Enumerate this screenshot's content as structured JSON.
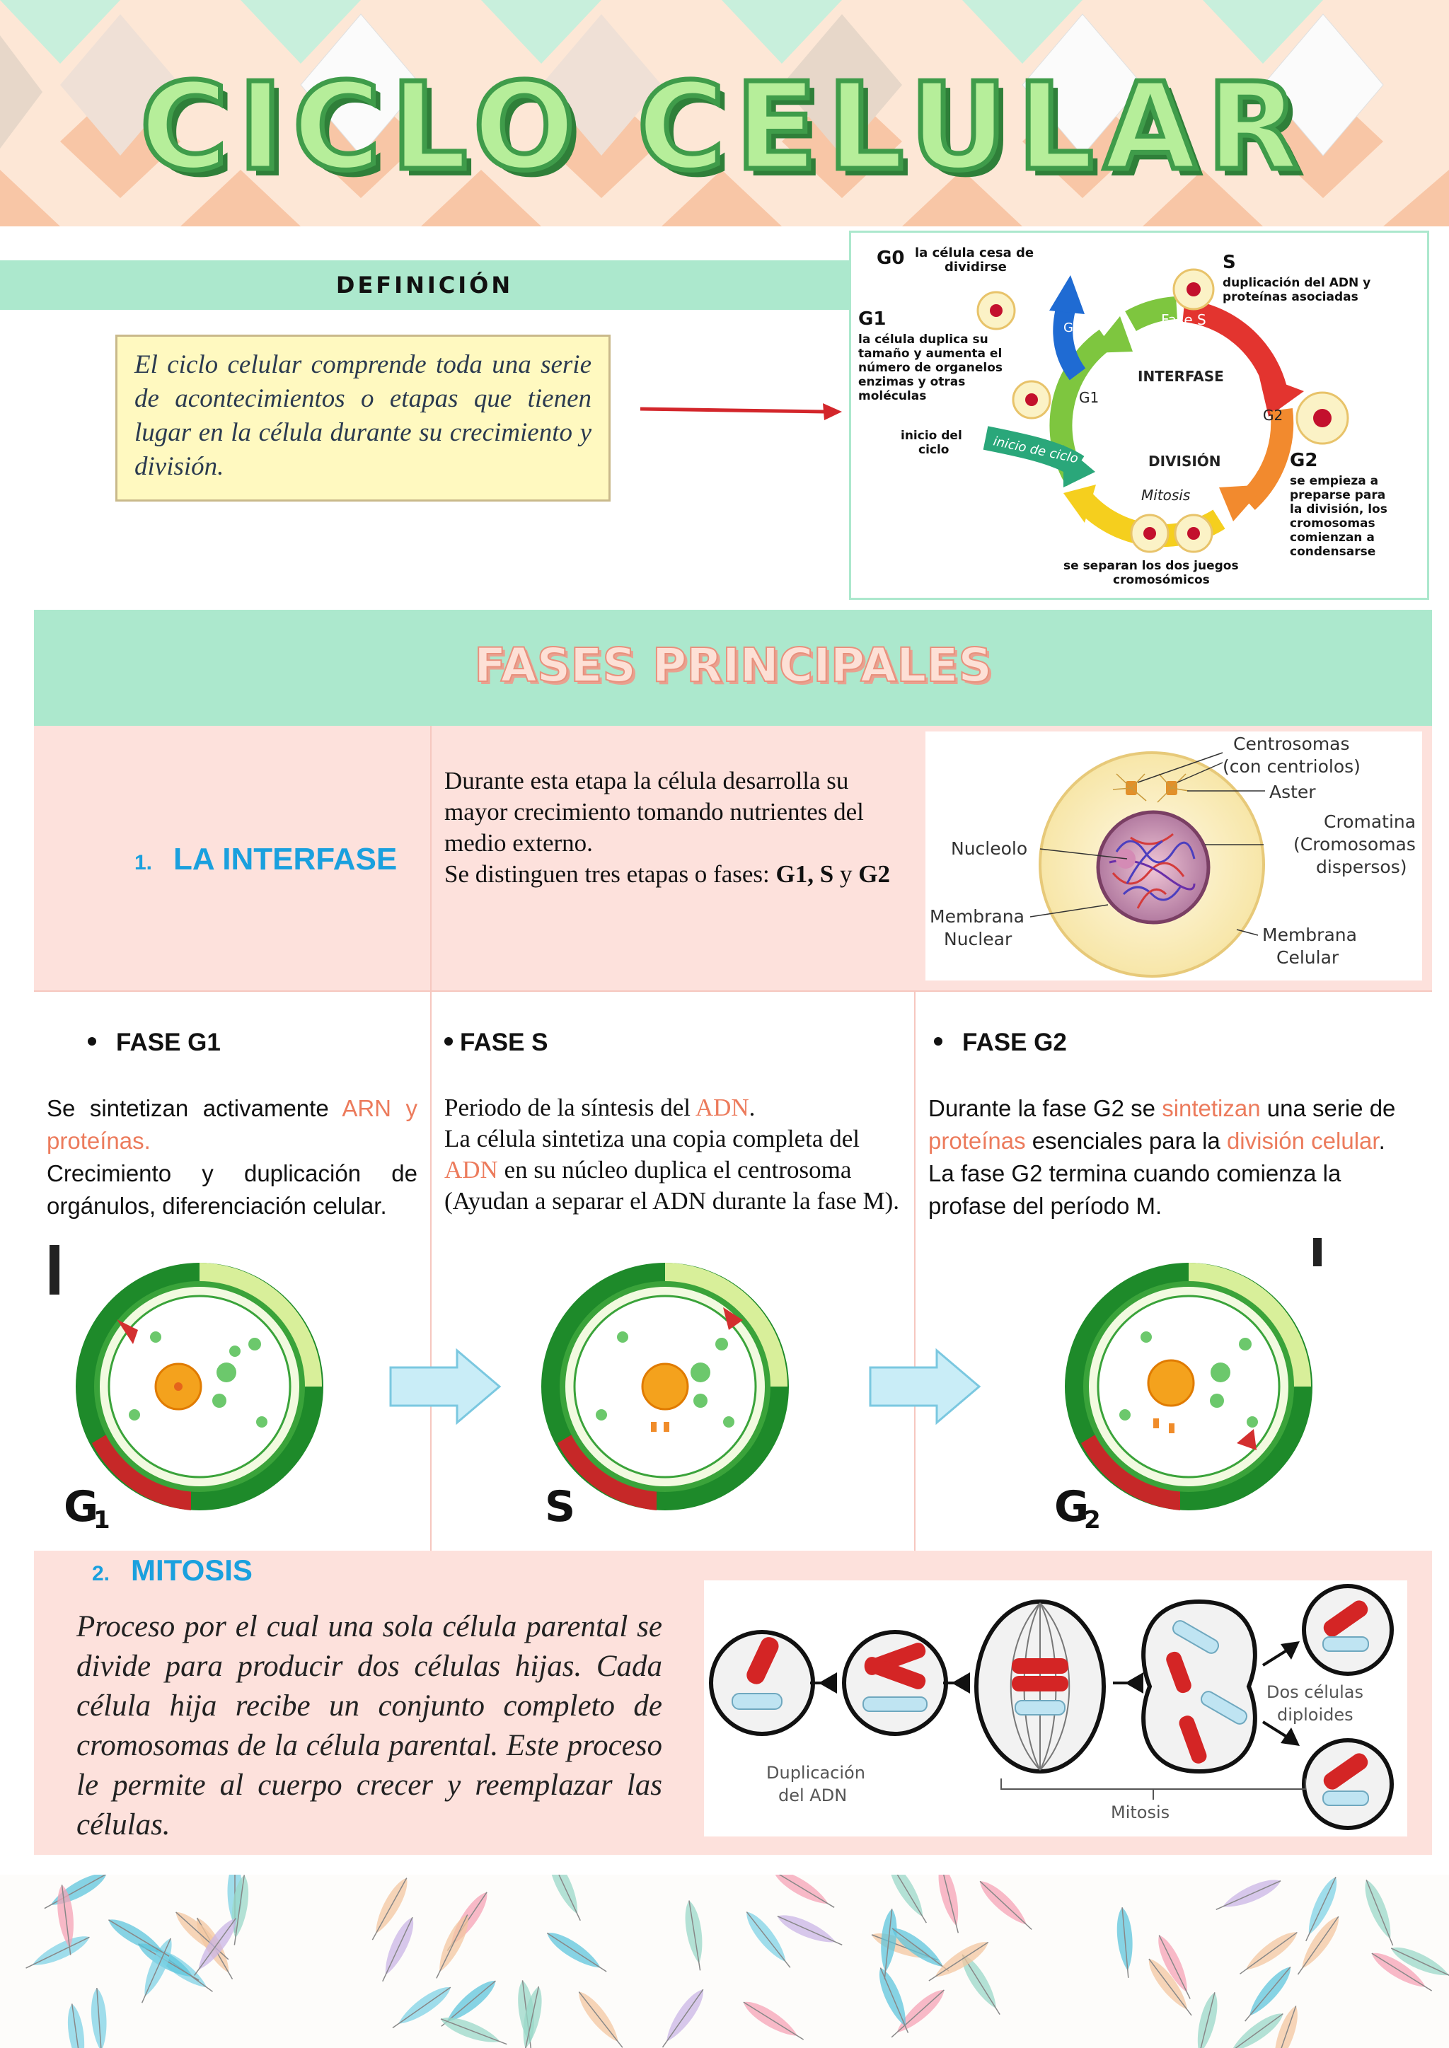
{
  "header": {
    "title": "CICLO  CELULAR"
  },
  "definition": {
    "heading": "DEFINICIÓN",
    "text": "El ciclo celular comprende toda una serie de acontecimientos o etapas que tienen lugar en la célula durante su crecimiento y división."
  },
  "cycle_diagram": {
    "g0_label": "G0",
    "g0_text": [
      "la célula cesa de",
      "dividirse"
    ],
    "g1_label": "G1",
    "g1_text": [
      "la célula duplica su",
      "tamaño y aumenta el",
      "número de organelos",
      "enzimas y otras",
      "moléculas"
    ],
    "s_label": "S",
    "s_text": [
      "duplicación del ADN y",
      "proteínas asociadas"
    ],
    "g2_label": "G2",
    "g2_text": [
      "se empieza a",
      "preparse para",
      "la división, los",
      "cromosomas",
      "comienzan a",
      "condensarse"
    ],
    "start_text": [
      "inicio del",
      "ciclo"
    ],
    "start_arrow": "inicio de ciclo",
    "fase_s": "Fase S",
    "interfase": "INTERFASE",
    "division": "DIVISIÓN",
    "mitosis": "Mitosis",
    "sep_text": [
      "se separan los dos juegos",
      "cromosómicos"
    ],
    "ring_g0": "G0",
    "ring_g1": "G1",
    "ring_g2": "G2"
  },
  "fases": {
    "title": "FASES PRINCIPALES",
    "interfase": {
      "number": "1.",
      "label": "LA INTERFASE",
      "text_1": "Durante esta etapa la célula desarrolla su mayor crecimiento tomando nutrientes del medio externo.",
      "text_2": "Se distinguen tres etapas o fases: ",
      "text_bold": "G1, S",
      "text_and": " y ",
      "text_bold2": "G2"
    },
    "cell_labels": {
      "centrosomas": [
        "Centrosomas",
        "(con centriolos)"
      ],
      "aster": "Aster",
      "cromatina": [
        "Cromatina",
        "(Cromosomas",
        "dispersos)"
      ],
      "nucleolo": "Nucleolo",
      "membrana_nuclear": [
        "Membrana",
        "Nuclear"
      ],
      "membrana_celular": [
        "Membrana",
        "Celular"
      ]
    },
    "g1": {
      "heading": "FASE G1",
      "t1": "Se sintetizan activamente ",
      "t1_hl": "ARN y proteínas.",
      "t2": "Crecimiento y duplicación de orgánulos, diferenciación celular.",
      "img_label": "G",
      "img_sub": "1"
    },
    "s": {
      "heading": "FASE S",
      "t1": "Periodo de la síntesis del ",
      "t1_hl": "ADN",
      "t1_end": ".",
      "t2": "La célula sintetiza una copia completa del ",
      "t2_hl": "ADN",
      "t2_end": " en su núcleo duplica el centrosoma (Ayudan a separar el ADN durante la fase M).",
      "img_label": "S"
    },
    "g2": {
      "heading": "FASE G2",
      "t1": "Durante la fase G2 se ",
      "t1_hl": "sintetizan",
      "t1_mid": " una serie de ",
      "t1_hl2": "proteínas",
      "t1_mid2": " esenciales para la ",
      "t1_hl3": "división celular",
      "t1_end": ".",
      "t2": "La fase G2 termina cuando comienza la profase del período M.",
      "img_label": "G",
      "img_sub": "2"
    }
  },
  "mitosis": {
    "number": "2.",
    "label": "MITOSIS",
    "text": "Proceso por el cual una sola célula parental se divide para producir dos células hijas. Cada célula hija recibe un conjunto completo de cromosomas de la célula parental. Este proceso le permite al cuerpo crecer y reemplazar las células.",
    "fig_dup": [
      "Duplicación",
      "del ADN"
    ],
    "fig_mitosis": "Mitosis",
    "fig_two": [
      "Dos células",
      "diploides"
    ]
  },
  "colors": {
    "mint": "#ace8cd",
    "pink": "#fde1dc",
    "accent_blue": "#1aa0de",
    "highlight": "#ec7b5c",
    "title_green": "#b6ee9a"
  }
}
